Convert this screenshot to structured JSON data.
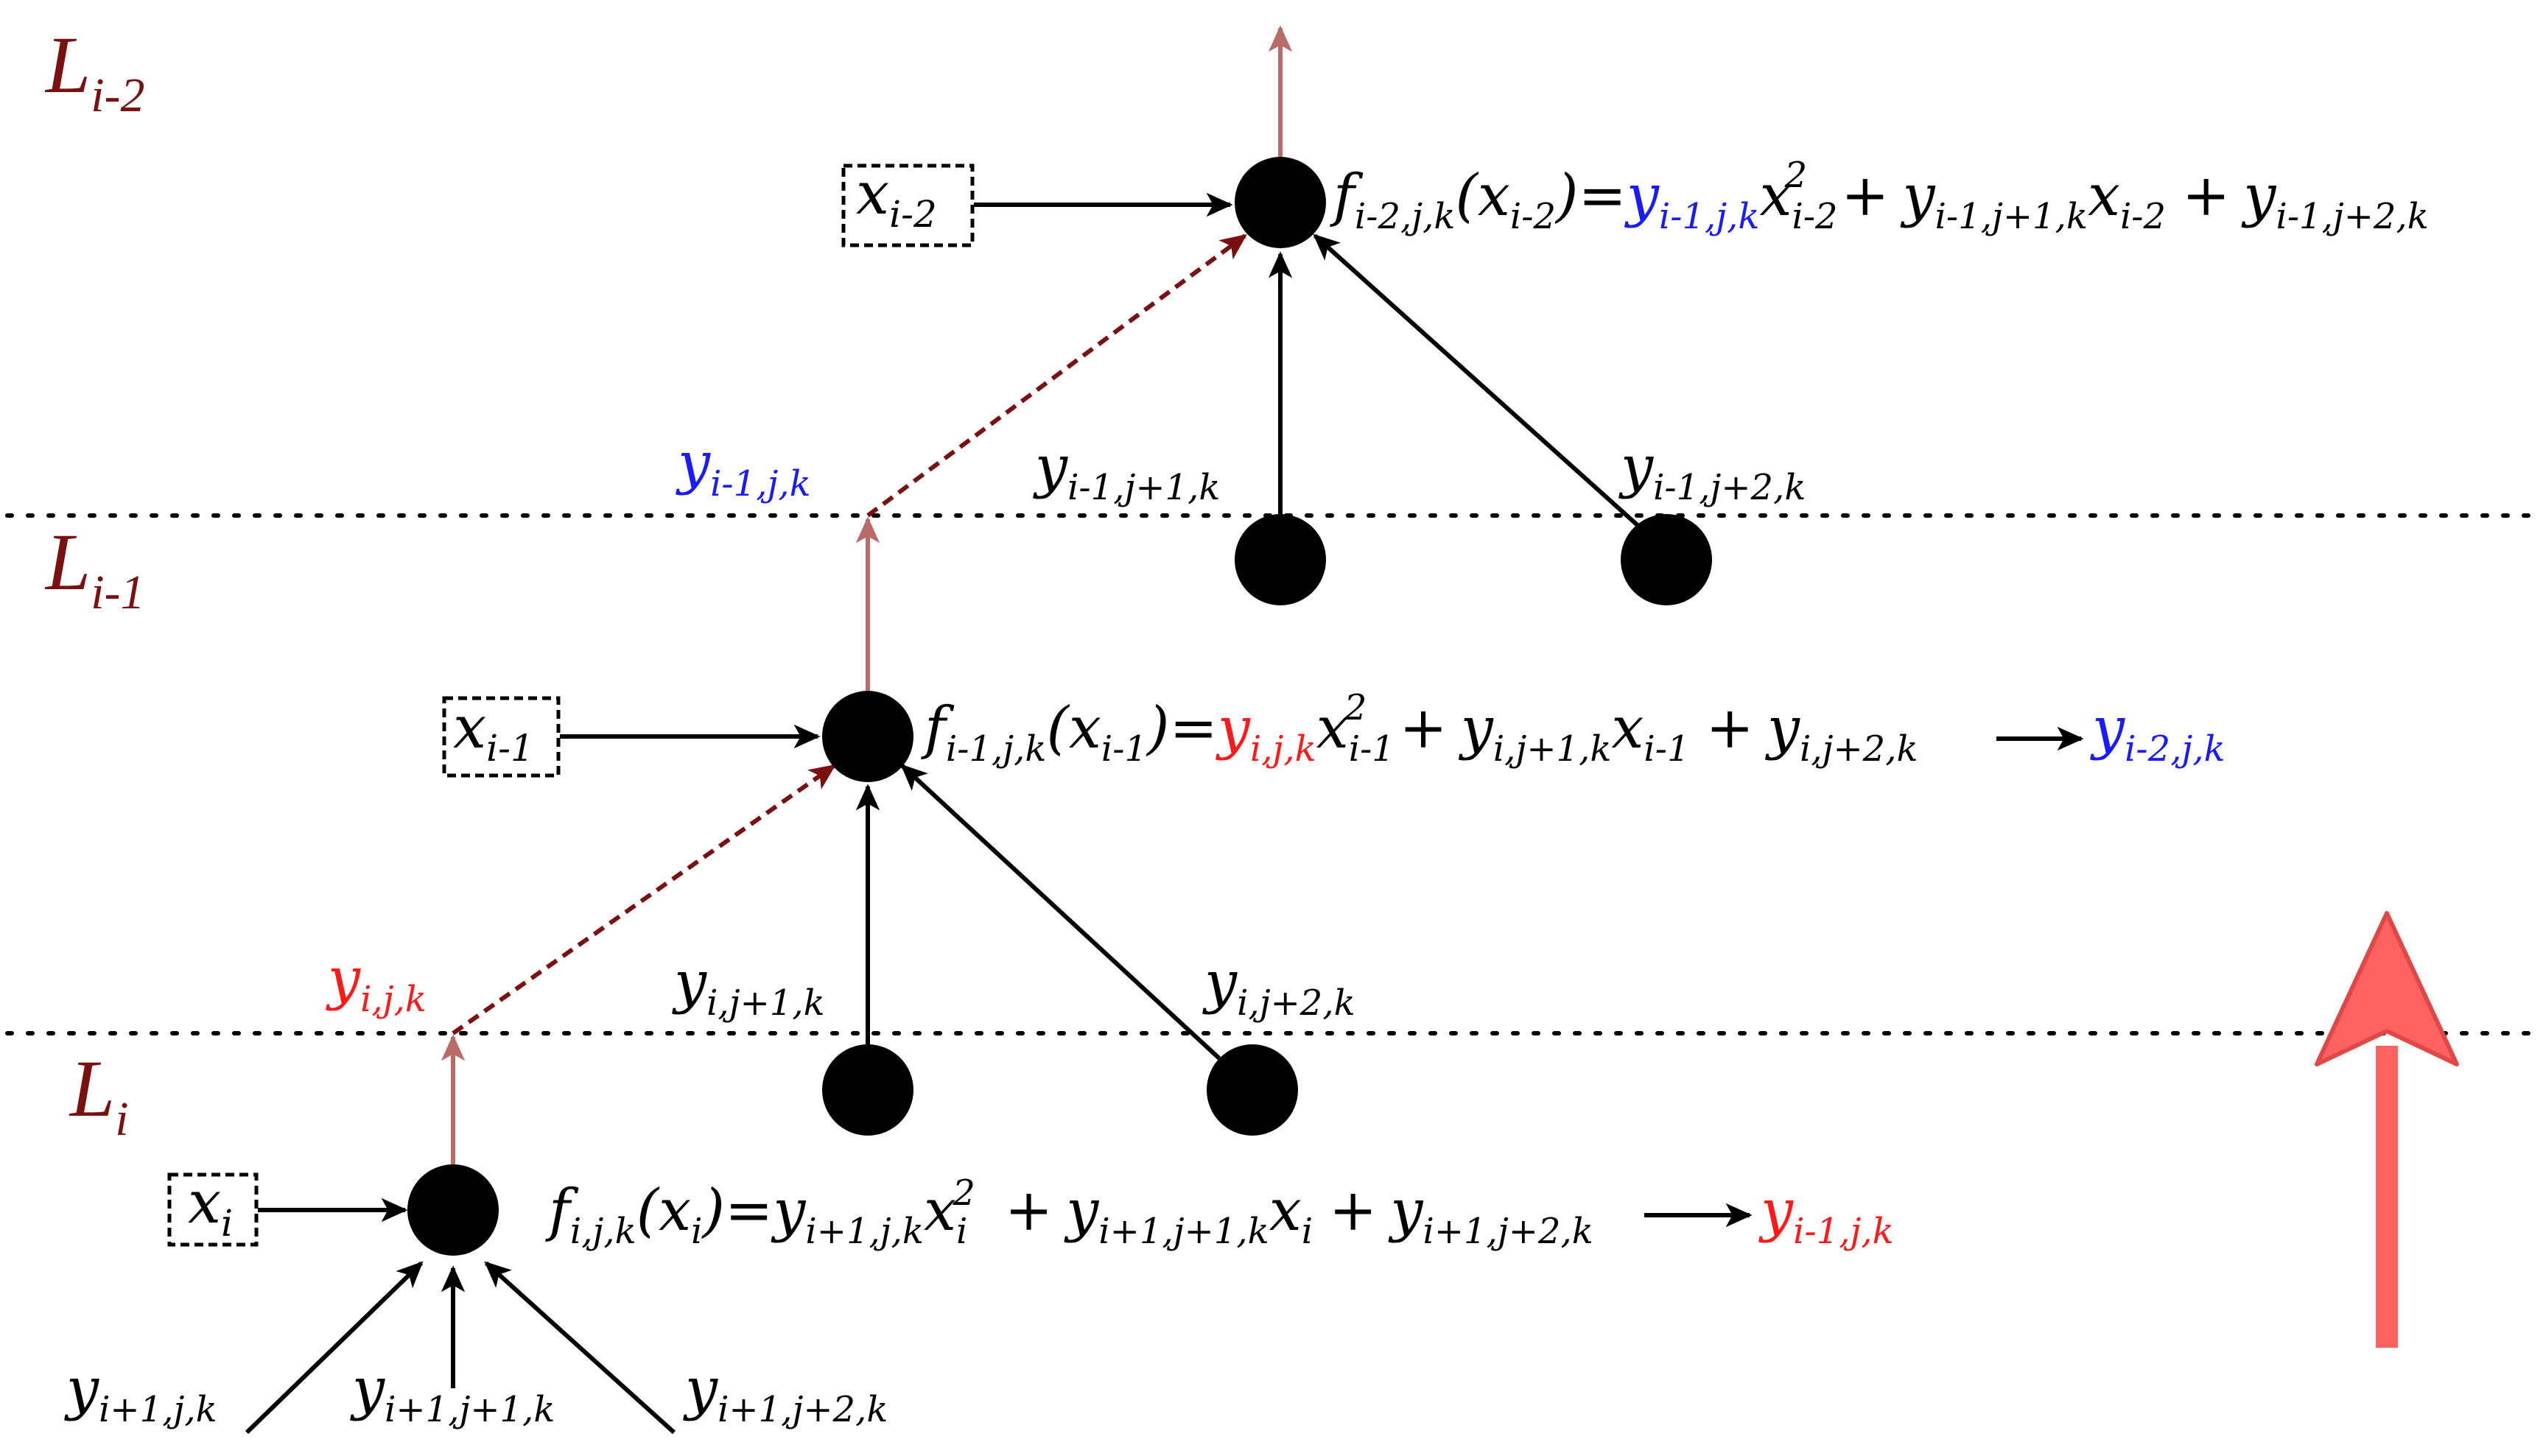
{
  "colors": {
    "black": "#000000",
    "blue": "#1a1aff",
    "red": "#ff1a1a",
    "maroon": "#7a1010",
    "flow_arrow": "#bb6a6a",
    "big_arrow": "#ff6060",
    "big_arrow_stroke": "#e04848"
  },
  "levels": {
    "top": {
      "letter": "L",
      "sub": "i-2"
    },
    "middle": {
      "letter": "L",
      "sub": "i-1"
    },
    "bottom": {
      "letter": "L",
      "sub": "i"
    }
  },
  "inputs": {
    "top": {
      "letter": "x",
      "sub": "i-2"
    },
    "middle": {
      "letter": "x",
      "sub": "i-1"
    },
    "bottom": {
      "letter": "x",
      "sub": "i"
    }
  },
  "node_labels": {
    "bottom_left": {
      "letter": "y",
      "sub": "i+1,j,k"
    },
    "bottom_center": {
      "letter": "y",
      "sub": "i+1,j+1,k"
    },
    "bottom_right": {
      "letter": "y",
      "sub": "i+1,j+2,k"
    },
    "mid_y_ij1k": {
      "letter": "y",
      "sub": "i,j+1,k"
    },
    "mid_y_ij2k": {
      "letter": "y",
      "sub": "i,j+2,k"
    },
    "mid_y_ijk": {
      "letter": "y",
      "sub": "i,j,k"
    },
    "top_y_i1j1k": {
      "letter": "y",
      "sub": "i-1,j+1,k"
    },
    "top_y_i1j2k": {
      "letter": "y",
      "sub": "i-1,j+2,k"
    },
    "top_y_i1jk": {
      "letter": "y",
      "sub": "i-1,j,k"
    }
  },
  "equations": {
    "bottom": {
      "f": "f",
      "f_sub": "i,j,k",
      "open": "(",
      "x": "x",
      "x_sub": "i",
      "close": ")=",
      "c1": "y",
      "c1_sub": "i+1,j,k",
      "x2": "x",
      "x2_sub": "i",
      "x2_sup": "2",
      "plus1": "+",
      "c2": "y",
      "c2_sub": "i+1,j+1,k",
      "x1": "x",
      "x1_sub": "i",
      "plus2": "+",
      "c3": "y",
      "c3_sub": "i+1,j+2,k",
      "out": "y",
      "out_sub": "i-1,j,k"
    },
    "middle": {
      "f": "f",
      "f_sub": "i-1,j,k",
      "open": "(",
      "x": "x",
      "x_sub": "i-1",
      "close": ")=",
      "c1": "y",
      "c1_sub": "i,j,k",
      "x2": "x",
      "x2_sub": "i-1",
      "x2_sup": "2",
      "plus1": "+",
      "c2": "y",
      "c2_sub": "i,j+1,k",
      "x1": "x",
      "x1_sub": "i-1",
      "plus2": "+",
      "c3": "y",
      "c3_sub": "i,j+2,k",
      "out": "y",
      "out_sub": "i-2,j,k"
    },
    "top": {
      "f": "f",
      "f_sub": "i-2,j,k",
      "open": "(",
      "x": "x",
      "x_sub": "i-2",
      "close": ")=",
      "c1": "y",
      "c1_sub": "i-1,j,k",
      "x2": "x",
      "x2_sub": "i-2",
      "x2_sup": "2",
      "plus1": "+",
      "c2": "y",
      "c2_sub": "i-1,j+1,k",
      "x1": "x",
      "x1_sub": "i-2",
      "plus2": "+",
      "c3": "y",
      "c3_sub": "i-1,j+2,k"
    }
  }
}
